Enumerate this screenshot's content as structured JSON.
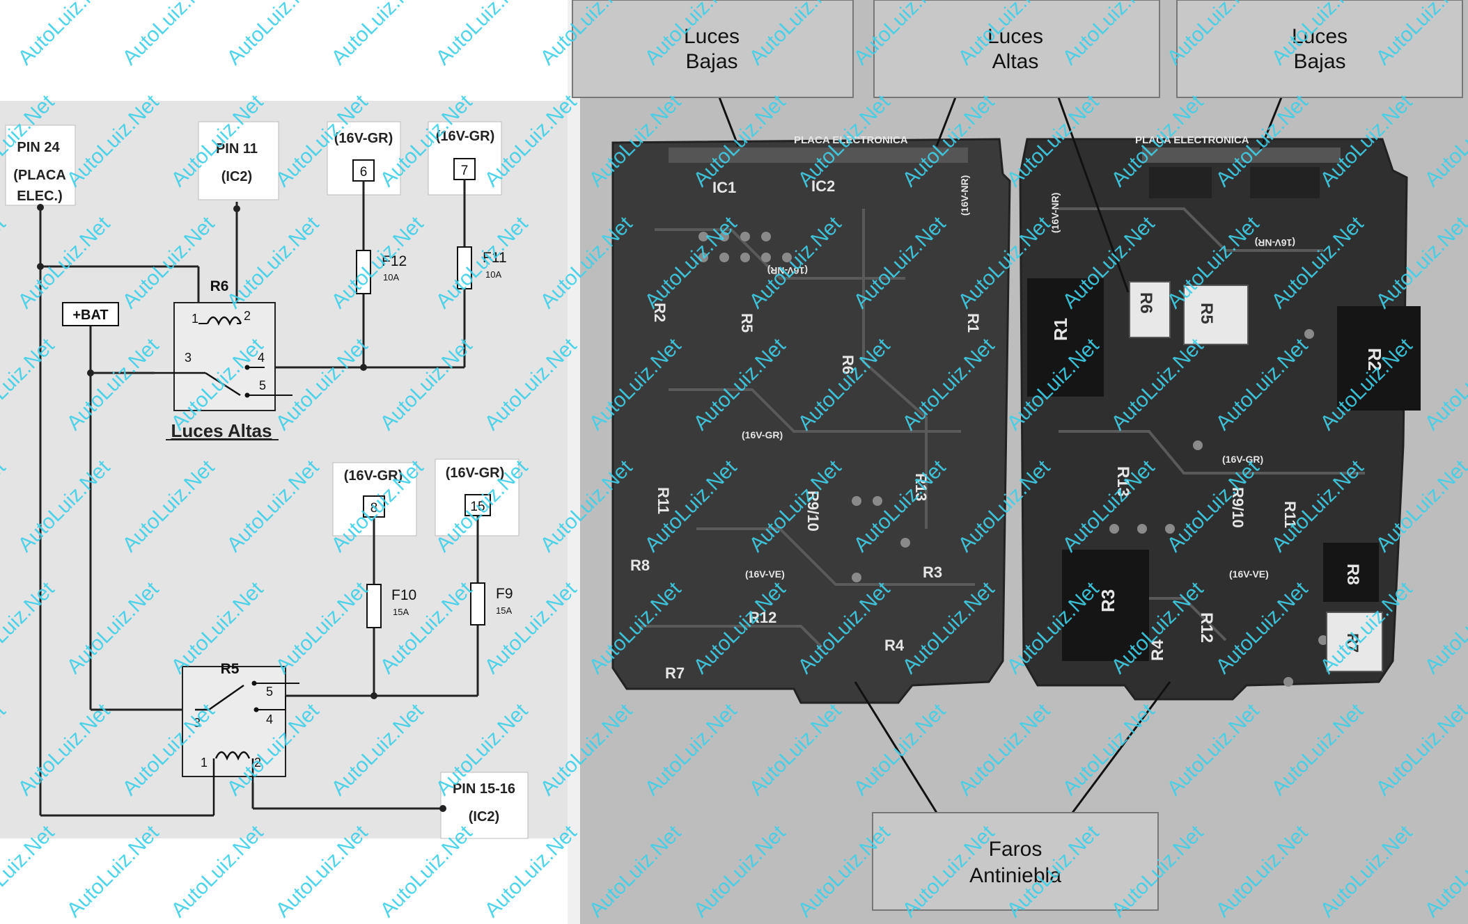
{
  "schematic": {
    "pin24": {
      "line1": "PIN 24",
      "line2": "(PLACA",
      "line3": "ELEC.)"
    },
    "pin11": {
      "line1": "PIN 11",
      "line2": "(IC2)"
    },
    "pin1516": {
      "line1": "PIN 15-16",
      "line2": "(IC2)"
    },
    "battery": "+BAT",
    "connectors": [
      {
        "header": "(16V-GR)",
        "pin": "6"
      },
      {
        "header": "(16V-GR)",
        "pin": "7"
      },
      {
        "header": "(16V-GR)",
        "pin": "8"
      },
      {
        "header": "(16V-GR)",
        "pin": "15"
      }
    ],
    "fuses": [
      {
        "name": "F12",
        "rating": "10A"
      },
      {
        "name": "F11",
        "rating": "10A"
      },
      {
        "name": "F10",
        "rating": "15A"
      },
      {
        "name": "F9",
        "rating": "15A"
      }
    ],
    "relay_r6": {
      "name": "R6",
      "t1": "1",
      "t2": "2",
      "t3": "3",
      "t4": "4",
      "t5": "5"
    },
    "relay_r5": {
      "name": "R5",
      "t1": "1",
      "t2": "2",
      "t3": "3",
      "t4": "4",
      "t5": "5"
    },
    "caption": "Luces Altas"
  },
  "photo": {
    "callouts": {
      "left_low": [
        "Luces",
        "Bajas"
      ],
      "high": [
        "Luces",
        "Altas"
      ],
      "right_low": [
        "Luces",
        "Bajas"
      ],
      "fog": [
        "Faros",
        "Antiniebla"
      ]
    },
    "board_left": {
      "title": "PLACA ELECTRONICA",
      "labels": [
        "IC1",
        "IC2",
        "R2",
        "R5",
        "R1",
        "R6",
        "R11",
        "R9/10",
        "R13",
        "R3",
        "R8",
        "R12",
        "R4",
        "R7",
        "(16V-GR)",
        "(16V-VE)",
        "(16V-NR)",
        "(16V-NR)"
      ]
    },
    "board_right": {
      "title": "PLACA ELECTRONICA",
      "labels": [
        "R6",
        "R5",
        "R1",
        "R2",
        "R13",
        "R9/10",
        "R11",
        "R8",
        "R3",
        "R12",
        "R4",
        "R7",
        "(16V-GR)",
        "(16V-VE)",
        "(16V-NR)",
        "(16V-NR)"
      ]
    }
  },
  "watermark": "AutoLuiz.Net",
  "colors": {
    "watermark": "#3fd0e8",
    "board": "#3a3a3a",
    "callout_box": "#c8c8c8"
  }
}
